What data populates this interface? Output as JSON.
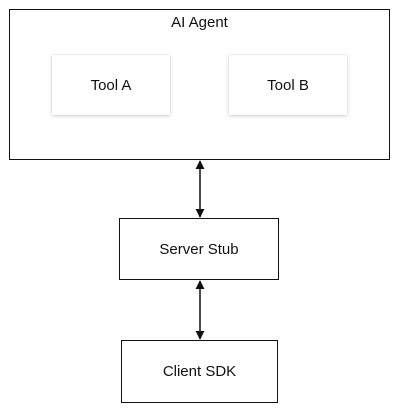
{
  "diagram": {
    "agent": {
      "title": "AI Agent",
      "tools": [
        {
          "label": "Tool A"
        },
        {
          "label": "Tool B"
        }
      ]
    },
    "server_stub": {
      "label": "Server Stub"
    },
    "client_sdk": {
      "label": "Client SDK"
    },
    "connectors": [
      {
        "from": "AI Agent",
        "to": "Server Stub",
        "direction": "bidirectional"
      },
      {
        "from": "Server Stub",
        "to": "Client SDK",
        "direction": "bidirectional"
      }
    ],
    "colors": {
      "stroke": "#111111",
      "background": "#ffffff"
    }
  }
}
